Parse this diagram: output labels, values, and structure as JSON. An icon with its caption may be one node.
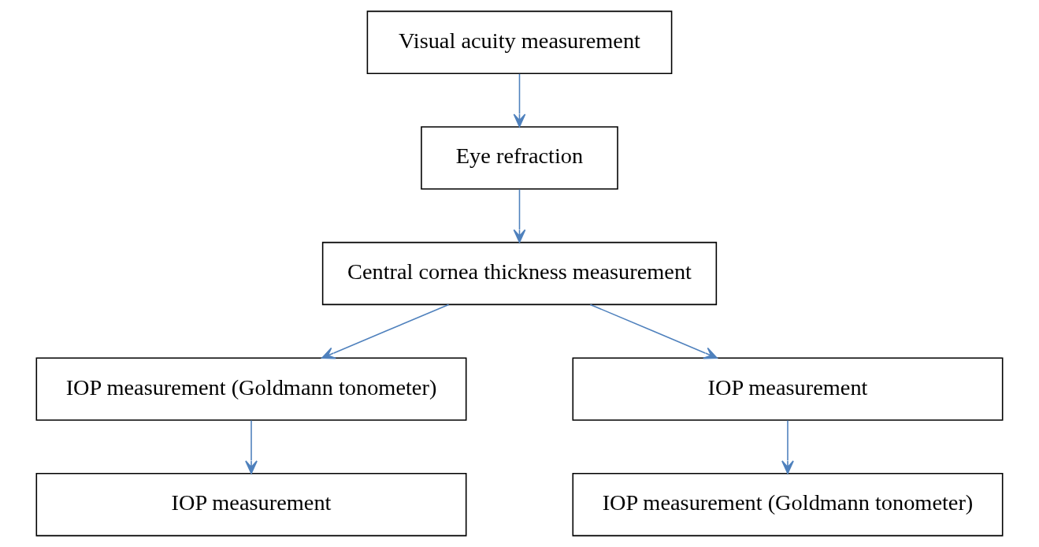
{
  "diagram": {
    "nodes": [
      {
        "text": [
          "Visual acuity measurement"
        ]
      },
      {
        "text": [
          "Eye refraction"
        ]
      },
      {
        "text": [
          "Central cornea thickness measurement"
        ]
      },
      {
        "text": [
          "IOP measurement (Goldmann tonometer)"
        ]
      },
      {
        "text": [
          "IOP measurement"
        ]
      },
      {
        "text": [
          "IOP measurement"
        ]
      },
      {
        "text": [
          "IOP measurement (Goldmann tonometer)"
        ]
      }
    ],
    "edges": [
      {
        "from": 0,
        "to": 1,
        "arrow": "to"
      },
      {
        "from": 1,
        "to": 2,
        "arrow": "to"
      },
      {
        "from": 2,
        "to": 3,
        "arrow": "to"
      },
      {
        "from": 2,
        "to": 4,
        "arrow": "to"
      },
      {
        "from": 3,
        "to": 5,
        "arrow": "to"
      },
      {
        "from": 4,
        "to": 6,
        "arrow": "to"
      }
    ]
  }
}
